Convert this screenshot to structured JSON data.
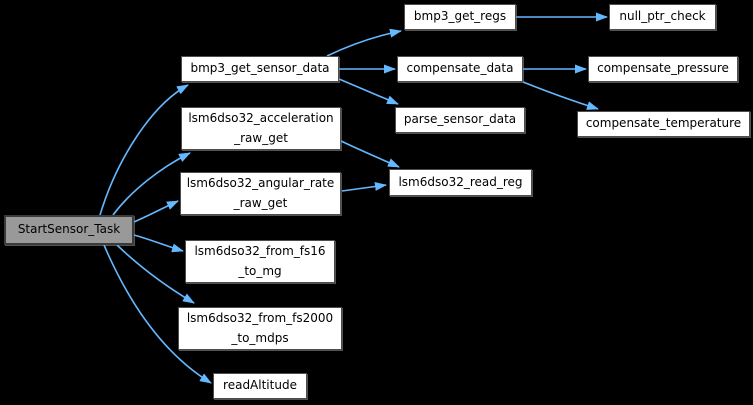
{
  "diagram": {
    "type": "call-graph",
    "background_color": "#000000",
    "edge_color": "#63B8FF",
    "node_fill_color": "#FFFFFF",
    "node_border_color": "#4D4D4D",
    "entry_node_fill_color": "#999999",
    "text_color": "#000000"
  },
  "nodes": [
    {
      "id": "StartSensor_Task",
      "label": "StartSensor_Task",
      "role": "entry"
    },
    {
      "id": "bmp3_get_sensor_data",
      "label": "bmp3_get_sensor_data",
      "role": "function"
    },
    {
      "id": "lsm6dso32_acceleration_raw_get",
      "label": "lsm6dso32_acceleration\n_raw_get",
      "role": "function"
    },
    {
      "id": "lsm6dso32_angular_rate_raw_get",
      "label": "lsm6dso32_angular_rate\n_raw_get",
      "role": "function"
    },
    {
      "id": "lsm6dso32_from_fs16_to_mg",
      "label": "lsm6dso32_from_fs16\n_to_mg",
      "role": "function"
    },
    {
      "id": "lsm6dso32_from_fs2000_to_mdps",
      "label": "lsm6dso32_from_fs2000\n_to_mdps",
      "role": "function"
    },
    {
      "id": "readAltitude",
      "label": "readAltitude",
      "role": "function"
    },
    {
      "id": "bmp3_get_regs",
      "label": "bmp3_get_regs",
      "role": "function"
    },
    {
      "id": "compensate_data",
      "label": "compensate_data",
      "role": "function"
    },
    {
      "id": "parse_sensor_data",
      "label": "parse_sensor_data",
      "role": "function"
    },
    {
      "id": "lsm6dso32_read_reg",
      "label": "lsm6dso32_read_reg",
      "role": "function"
    },
    {
      "id": "null_ptr_check",
      "label": "null_ptr_check",
      "role": "function"
    },
    {
      "id": "compensate_pressure",
      "label": "compensate_pressure",
      "role": "function"
    },
    {
      "id": "compensate_temperature",
      "label": "compensate_temperature",
      "role": "function"
    }
  ],
  "edges": [
    {
      "from": "StartSensor_Task",
      "to": "bmp3_get_sensor_data"
    },
    {
      "from": "StartSensor_Task",
      "to": "lsm6dso32_acceleration_raw_get"
    },
    {
      "from": "StartSensor_Task",
      "to": "lsm6dso32_angular_rate_raw_get"
    },
    {
      "from": "StartSensor_Task",
      "to": "lsm6dso32_from_fs16_to_mg"
    },
    {
      "from": "StartSensor_Task",
      "to": "lsm6dso32_from_fs2000_to_mdps"
    },
    {
      "from": "StartSensor_Task",
      "to": "readAltitude"
    },
    {
      "from": "bmp3_get_sensor_data",
      "to": "bmp3_get_regs"
    },
    {
      "from": "bmp3_get_sensor_data",
      "to": "compensate_data"
    },
    {
      "from": "bmp3_get_sensor_data",
      "to": "parse_sensor_data"
    },
    {
      "from": "bmp3_get_regs",
      "to": "null_ptr_check"
    },
    {
      "from": "compensate_data",
      "to": "compensate_pressure"
    },
    {
      "from": "compensate_data",
      "to": "compensate_temperature"
    },
    {
      "from": "lsm6dso32_acceleration_raw_get",
      "to": "lsm6dso32_read_reg"
    },
    {
      "from": "lsm6dso32_angular_rate_raw_get",
      "to": "lsm6dso32_read_reg"
    }
  ]
}
